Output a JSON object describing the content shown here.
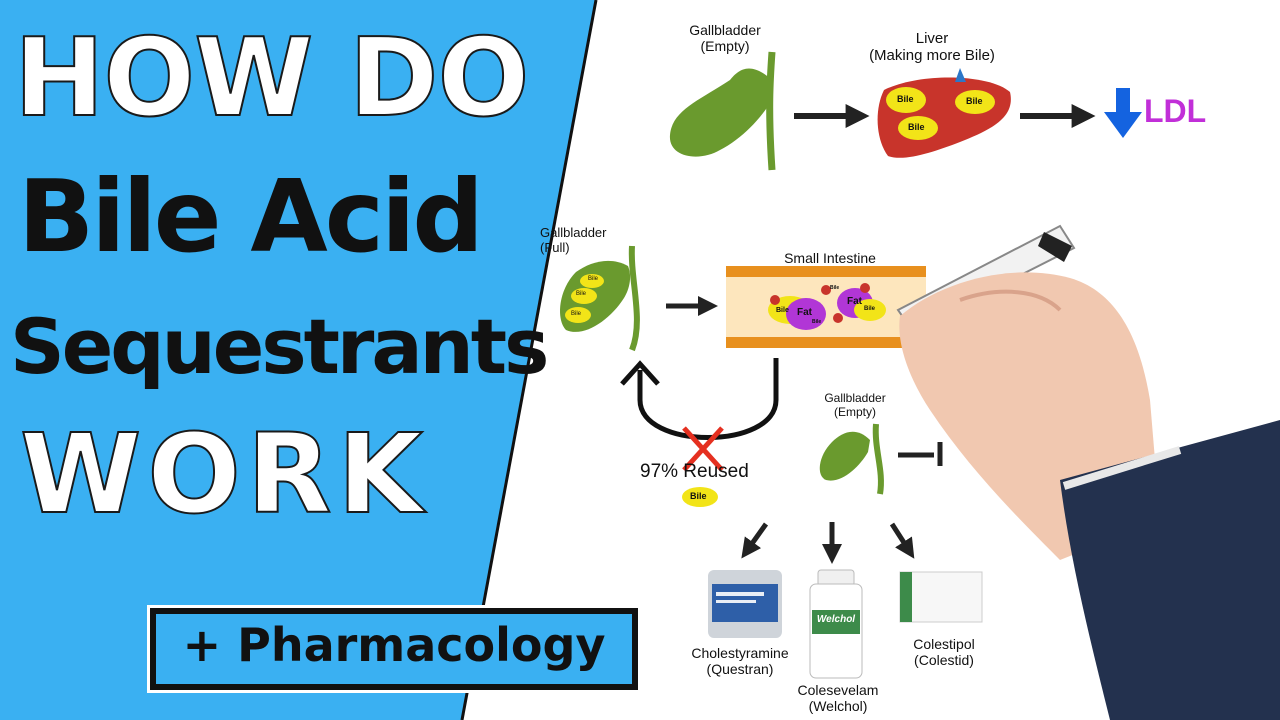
{
  "title": {
    "line1": "HOW DO",
    "line2": "Bile Acid",
    "line3": "Sequestrants",
    "line4": "WORK"
  },
  "subtitle_badge": "+ Pharmacology",
  "diagram": {
    "top_gallbladder": [
      "Gallbladder",
      "(Empty)"
    ],
    "liver": [
      "Liver",
      "(Making more Bile)"
    ],
    "ldl": "LDL",
    "liver_bile_blobs": [
      "Bile",
      "Bile",
      "Bile"
    ],
    "full_gallbladder": [
      "Gallbladder",
      "(Full)"
    ],
    "full_gallbladder_blobs": [
      "Bile",
      "Bile",
      "Bile"
    ],
    "small_intestine": "Small Intestine",
    "intestine_blobs": [
      "Bile",
      "Fat",
      "Fat",
      "Bile",
      "Bile",
      "Bile"
    ],
    "reused": "97% Reused",
    "reused_blob": "Bile",
    "mid_gallbladder": [
      "Gallbladder",
      "(Empty)"
    ],
    "drugs": [
      {
        "name": "Cholestyramine",
        "brand": "(Questran)"
      },
      {
        "name": "Colesevelam",
        "brand": "(Welchol)"
      },
      {
        "name": "Colestipol",
        "brand": "(Colestid)"
      }
    ],
    "welchol_label": "Welchol",
    "colors": {
      "panel_blue": "#3ab0f2",
      "gallbladder_green": "#6a9a2e",
      "liver_red": "#c8342b",
      "bile_yellow": "#f2e418",
      "fat_purple": "#b136d6",
      "ldl_magenta": "#c12fd8",
      "arrow_blue": "#1463e0",
      "intestine_orange": "#e8901e",
      "cross_red": "#e53020"
    }
  }
}
